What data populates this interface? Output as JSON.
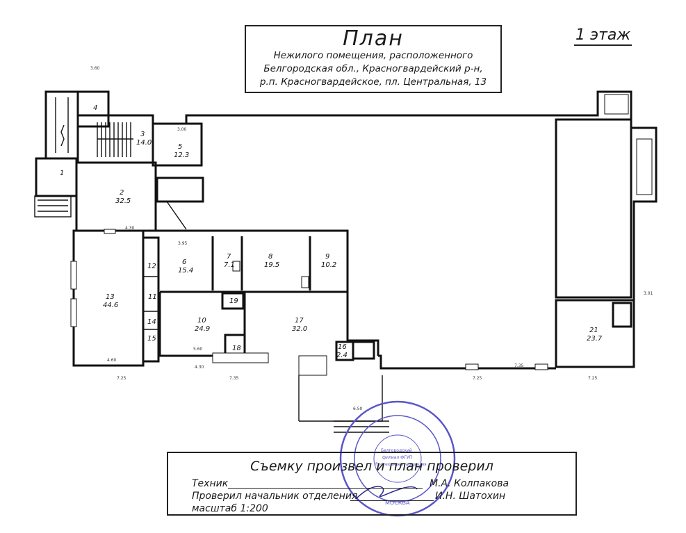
{
  "header": {
    "title": "План",
    "subtitle_lines": [
      "Нежилого помещения, расположенного",
      "Белгородская обл., Красногвардейский р-н,",
      "р.п. Красногвардейское, пл. Центральная, 13"
    ],
    "floor": "1 этаж"
  },
  "rooms": [
    {
      "num": "1",
      "area": ""
    },
    {
      "num": "2",
      "area": "32.5"
    },
    {
      "num": "3",
      "area": "14.0"
    },
    {
      "num": "4",
      "area": ""
    },
    {
      "num": "5",
      "area": "12.3"
    },
    {
      "num": "6",
      "area": "15.4"
    },
    {
      "num": "7",
      "area": "7.1"
    },
    {
      "num": "8",
      "area": "19.5"
    },
    {
      "num": "9",
      "area": "10.2"
    },
    {
      "num": "10",
      "area": "24.9"
    },
    {
      "num": "11",
      "area": ""
    },
    {
      "num": "12",
      "area": ""
    },
    {
      "num": "13",
      "area": "44.6"
    },
    {
      "num": "14",
      "area": ""
    },
    {
      "num": "15",
      "area": ""
    },
    {
      "num": "16",
      "area": "2.4"
    },
    {
      "num": "17",
      "area": "32.0"
    },
    {
      "num": "18",
      "area": ""
    },
    {
      "num": "19",
      "area": ""
    },
    {
      "num": "21",
      "area": "23.7"
    }
  ],
  "dimensions": [
    "3.60",
    "4.30",
    "3.00",
    "7.25",
    "4.60",
    "4.30",
    "7.35",
    "7.25",
    "7.35",
    "6.50",
    "3.95",
    "5.60",
    "7.25",
    "3.01"
  ],
  "signature": {
    "heading": "Съемку произвел и план проверил",
    "technician_label": "Техник",
    "technician_name": "М.А. Колпакова",
    "chief_label": "Проверил начальник отделения",
    "chief_name": "И.Н. Шатохин",
    "scale": "масштаб 1:200"
  },
  "stamp": {
    "inner_text": [
      "Белгородский",
      "филиал ФГУП",
      "Ростехинвентаризация"
    ],
    "bottom_text": "МОСКВА"
  },
  "colors": {
    "ink": "#111111",
    "stamp": "#5a55c8"
  }
}
